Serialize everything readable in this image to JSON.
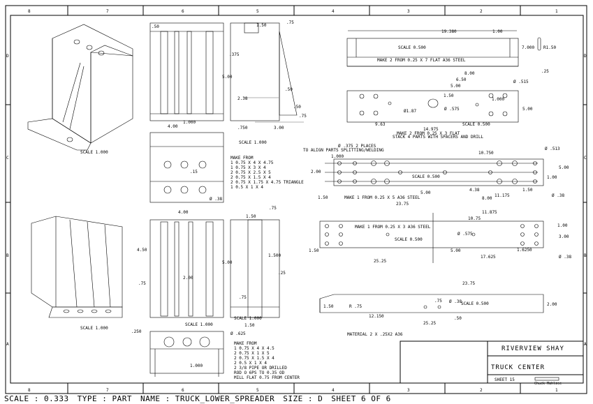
{
  "zones": {
    "cols": [
      "8",
      "7",
      "6",
      "5",
      "4",
      "3",
      "2",
      "1"
    ],
    "rows": [
      "D",
      "C",
      "B",
      "A"
    ]
  },
  "title_block": {
    "company": "RIVERVIEW SHAY",
    "title": "TRUCK CENTER",
    "sheet_label": "SHEET 15",
    "drawn_by": "Chuck Mahlzee"
  },
  "status_bar": {
    "scale": "SCALE : 0.333",
    "type": "TYPE : PART",
    "name": "NAME : TRUCK_LOWER_SPREADER",
    "size": "SIZE : D",
    "sheet": "SHEET 6 OF 6"
  },
  "views": {
    "iso_top_scale": "SCALE 1.000",
    "iso_bottom_scale": "SCALE 1.000",
    "front_top_scale": "SCALE 1.000",
    "front_bottom_scale": "SCALE 1.000",
    "side_bottom_scale": "SCALE 1.000"
  },
  "dims": {
    "d_50": ".50",
    "d_150a": "1.50",
    "d_75a": ".75",
    "d_375": ".375",
    "d_500": "5.00",
    "d_400": "4.00",
    "d_1000a": "1.000",
    "d_238": "2.38",
    "d_050": ".50",
    "d_750": ".750",
    "d_300": "3.00",
    "d_15": ".15",
    "d_38a": "Ø .38",
    "d_400b": "4.00",
    "d_75b": ".75",
    "d_150b": "1.50",
    "d_450": "4.50",
    "d_500b": "5.00",
    "d_200": "2.00",
    "d_1500": "1.500",
    "d_25": ".25",
    "d_75c": ".75",
    "d_150c": "1.50",
    "d_075": ".75",
    "d_250": ".250",
    "d_1000b": "1.000",
    "d_625": "Ø .625",
    "p1_len": "19.380",
    "p1_100": "1.00",
    "p1_h": "7.000",
    "p1_r": "R1.50",
    "p1_scale": "SCALE 0.500",
    "p1_note": "MAKE 2 FROM 0.25 X 7 FLAT A36 STEEL",
    "p1_25": ".25",
    "p2_800": "8.00",
    "p2_650": "6.50",
    "p2_500": "5.00",
    "p2_150": "1.50",
    "p2_1000": "1.000",
    "p2_515": "Ø .515",
    "p2_h": "5.00",
    "p2_hole": "Ø1.87",
    "p2_575": "Ø .575",
    "p2_963": "9.63",
    "p2_scale": "SCALE 0.500",
    "p2_len": "14.975",
    "p2_note1": "MAKE 2 FROM 0.25 X 3 FLAT",
    "p2_note2": "STACK 4 PARTS WITH SPACERS AND DRILL",
    "p3_note_a": "Ø .375 2 PLACES",
    "p3_note_b": "TO ALIGN PARTS SPLITTING/WELDING",
    "p3_1000": "1.000",
    "p3_200": "2.00",
    "p3_150": "1.50",
    "p3_10750": "10.750",
    "p3_513": "Ø .513",
    "p3_100": "1.00",
    "p3_h": "5.00",
    "p3_scale": "SCALE 0.500",
    "p3_500": "5.00",
    "p3_438": "4.38",
    "p3_150b": "1.50",
    "p3_11175": "11.175",
    "p3_800": "8.00",
    "p3_38": "Ø .38",
    "p3_note": "MAKE 1 FROM 0.25 X 5 A36 STEEL",
    "p3_len": "23.75",
    "p4_11875": "11.875",
    "p4_1075": "10.75",
    "p4_note": "MAKE 1 FROM 0.25 X 3 A36 STEEL",
    "p4_575": "Ø .575",
    "p4_scale": "SCALE 0.500",
    "p4_100": "1.00",
    "p4_h": "3.00",
    "p4_150": "1.50",
    "p4_500": "5.00",
    "p4_16250": "1.6250",
    "p4_38": "Ø .38",
    "p4_17625": "17.625",
    "p4_len": "25.25",
    "p5_len": "23.75",
    "p5_150": "1.50",
    "p5_r75": "R .75",
    "p5_75": ".75",
    "p5_38": "Ø .38",
    "p5_scale": "SCALE 0.500",
    "p5_h": "2.00",
    "p5_12150": "12.150",
    "p5_50": ".50",
    "p5_total": "25.25",
    "p5_material": "MATERIAL 2 X .25X2 A36"
  },
  "notes": {
    "top": [
      "MAKE FROM",
      "1  0.75 X 4 X 4.75",
      "1  0.75 X 3 X 4",
      "2  0.75 X 2.5 X 5",
      "2  0.75 X 1.5 X 4",
      "2  0.75 X 1.75 X 4.75 TRIANGLE",
      "1  0.5 X 1 X 4"
    ],
    "bottom": [
      "MAKE FROM",
      "1  0.75 X 4 X 4.5",
      "2  0.75 X 1 X 5",
      "2  0.75 X 1.5 X 4",
      "2  0.5 X 1 X 4",
      "2  3/8 PIPE OR DRILLED",
      "   ROD O 6PS TO 0.35 OD",
      "   MILL FLAT 0.75 FROM CENTER"
    ]
  }
}
